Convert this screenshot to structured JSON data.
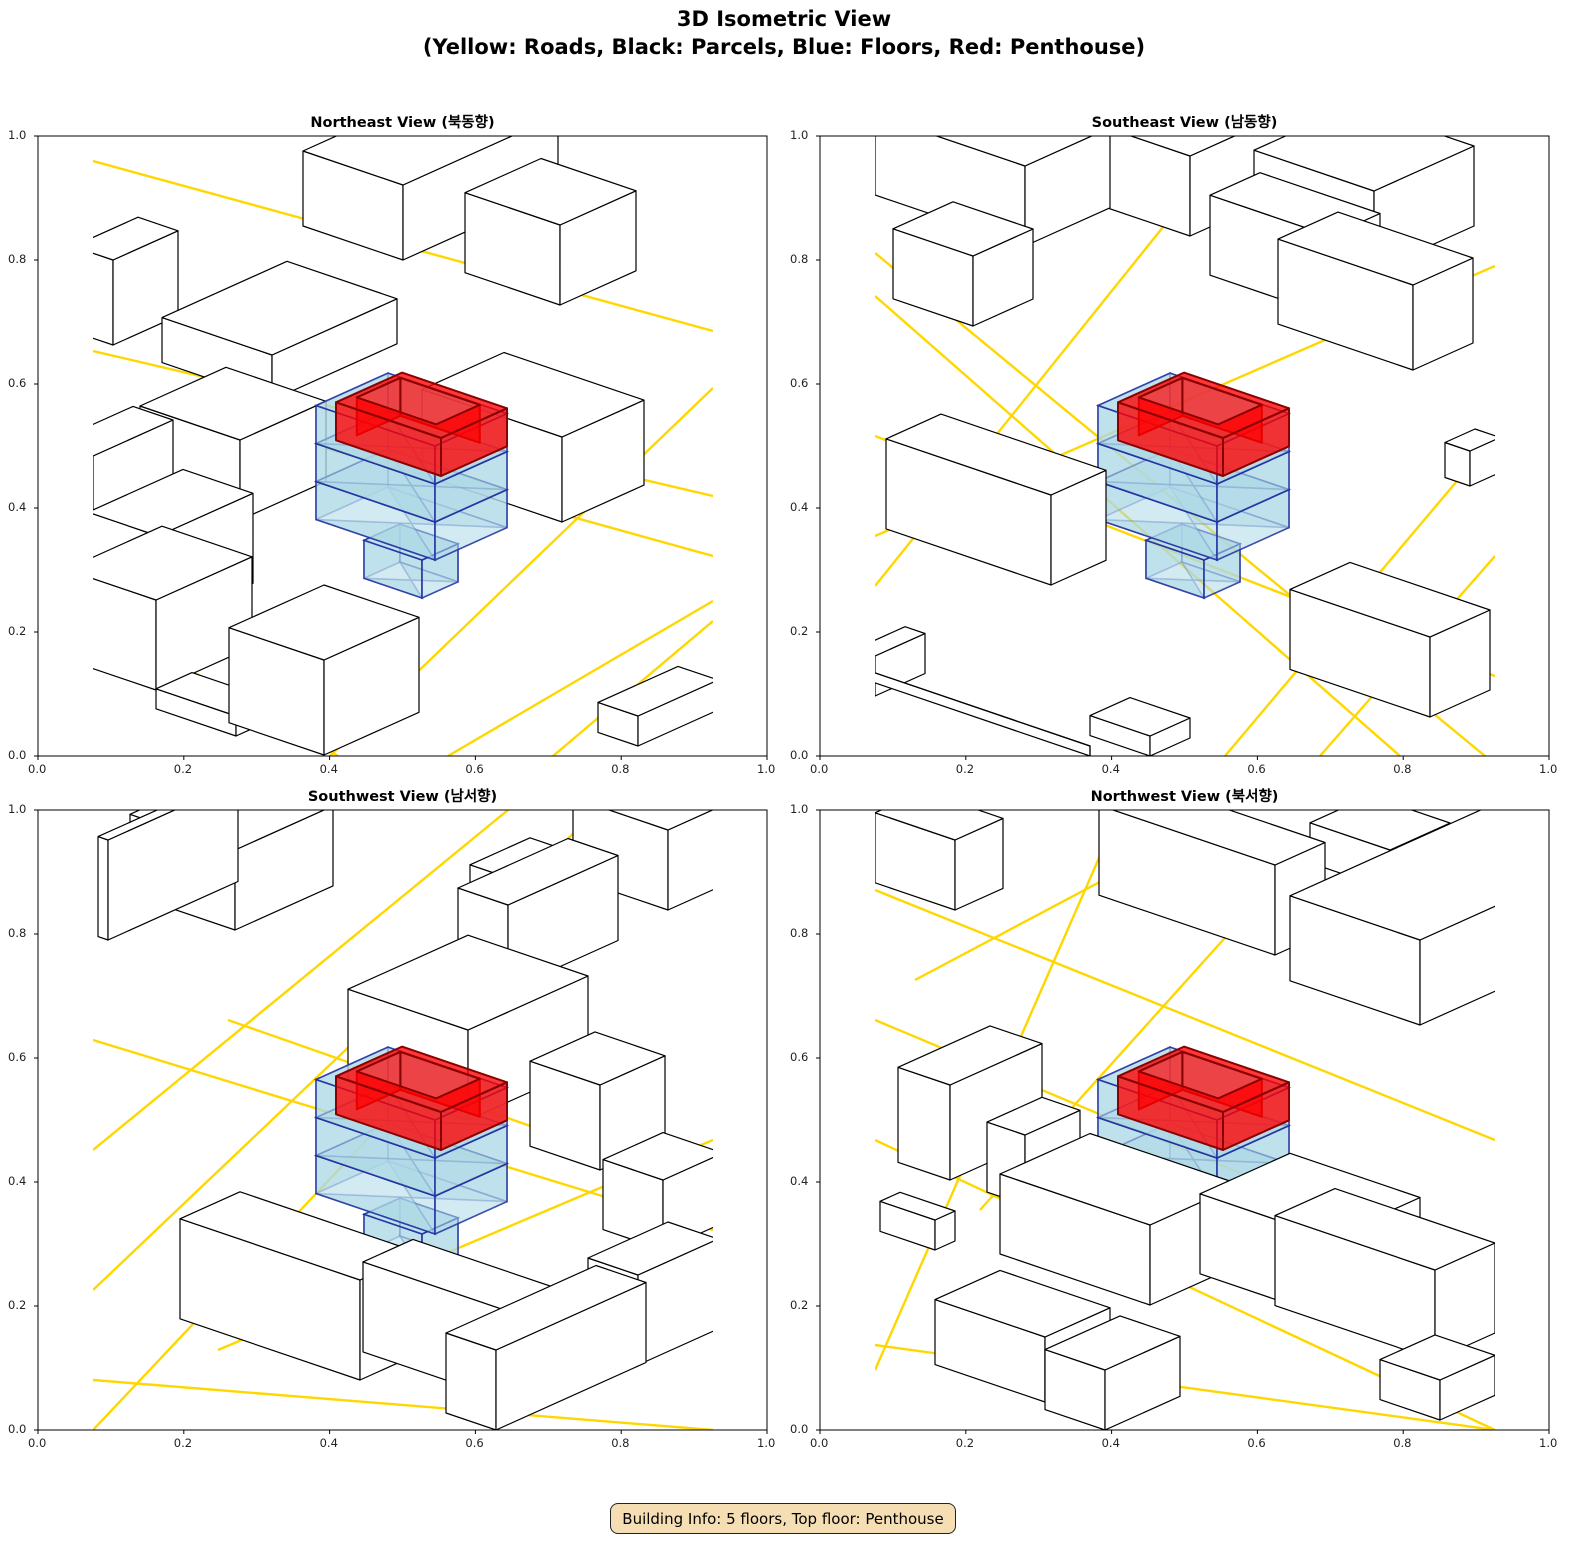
{
  "figure": {
    "title_line1": "3D Isometric View",
    "title_line2": "(Yellow: Roads, Black: Parcels, Blue: Floors, Red: Penthouse)",
    "footer": "Building Info: 5 floors, Top floor: Penthouse"
  },
  "panels": [
    {
      "title": "Northeast View (북동향)"
    },
    {
      "title": "Southeast View (남동향)"
    },
    {
      "title": "Southwest View (남서향)"
    },
    {
      "title": "Northwest View (북서향)"
    }
  ],
  "axes": {
    "ticks": [
      "0.0",
      "0.2",
      "0.4",
      "0.6",
      "0.8",
      "1.0"
    ],
    "xlim": [
      0,
      1
    ],
    "ylim": [
      0,
      1
    ]
  },
  "colors": {
    "road": "#ffd700",
    "parcel": "#000000",
    "floor_fill": "#add8e6",
    "floor_edge": "#1f2fa0",
    "penthouse": "#ff0000",
    "footer_bg": "#f5deb3"
  },
  "building": {
    "floors": 5,
    "top_floor": "Penthouse"
  }
}
